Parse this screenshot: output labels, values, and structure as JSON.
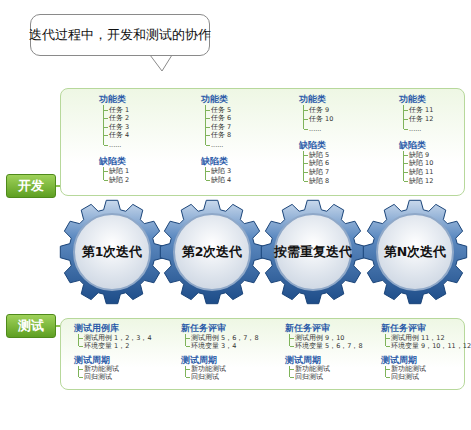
{
  "diagram": {
    "nodes": [
      {
        "text": [
          "迭代过程中，开发和测试的协作"
        ]
      },
      {
        "text": [
          "开发"
        ]
      },
      {
        "text": [
          "功能类",
          "任务 1",
          "任务 2",
          "任务 3",
          "任务 4",
          "......",
          "缺陷类",
          "缺陷 1",
          "缺陷 2",
          "功能类",
          "任务 5",
          "任务 6",
          "任务 7",
          "任务 8",
          "......",
          "缺陷类",
          "缺陷 3",
          "缺陷 4",
          "功能类",
          "任务 9",
          "任务 10",
          "......",
          "缺陷类",
          "缺陷 5",
          "缺陷 6",
          "缺陷 7",
          "缺陷 8",
          "功能类",
          "任务 11",
          "任务 12",
          "......",
          "缺陷类",
          "缺陷 9",
          "缺陷 10",
          "缺陷 11",
          "缺陷 12"
        ]
      },
      {
        "text": [
          "第1次迭代"
        ]
      },
      {
        "text": [
          "第2次迭代"
        ]
      },
      {
        "text": [
          "按需重复迭代"
        ]
      },
      {
        "text": [
          "第N次迭代"
        ]
      },
      {
        "text": [
          "测试"
        ]
      },
      {
        "text": [
          "测试用例库",
          "测试用例 1，2，3，4",
          "环境变量 1，2",
          "测试周期",
          "新功能测试",
          "回归测试",
          "新任务评审",
          "测试用例 5，6，7，8",
          "环境变量 3，4",
          "测试周期",
          "新功能测试",
          "回归测试",
          "新任务评审",
          "测试用例 9，10",
          "环境变量 5，6，7，8",
          "测试周期",
          "新功能测试",
          "回归测试",
          "新任务评审",
          "测试用例 11，12",
          "环境变量 9，10，11，12",
          "测试周期",
          "新功能测试",
          "回归测试"
        ]
      }
    ]
  }
}
